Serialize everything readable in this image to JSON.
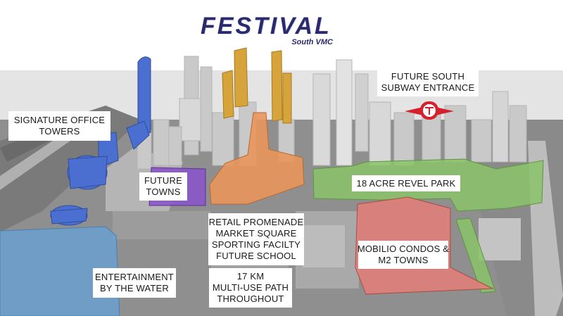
{
  "brand": {
    "title": "FESTIVAL",
    "subtitle": "South VMC",
    "color": "#2a2a6e"
  },
  "labels": {
    "signature_office": [
      "SIGNATURE OFFICE",
      "TOWERS"
    ],
    "future_towns": [
      "FUTURE",
      "TOWNS"
    ],
    "retail": [
      "RETAIL PROMENADE",
      "MARKET SQUARE",
      "SPORTING FACILTY",
      "FUTURE SCHOOL"
    ],
    "subway": [
      "FUTURE SOUTH",
      "SUBWAY ENTRANCE"
    ],
    "park": [
      "18 ACRE REVEL PARK"
    ],
    "condos": [
      "MOBILIO CONDOS &",
      "M2 TOWNS"
    ],
    "entertainment": [
      "ENTERTAINMENT",
      "BY THE WATER"
    ],
    "path": [
      "17 KM",
      "MULTI-USE PATH",
      "THROUGHOUT"
    ]
  },
  "colors": {
    "office": "#4a6fd0",
    "towns": "#8a55c8",
    "retail": "#e9955a",
    "gold_towers": "#d6a43a",
    "park": "#8ac36a",
    "condos": "#e07f7a",
    "water": "#6aa0cf",
    "subway": "#d5212e"
  },
  "icons": {
    "subway": "ttc-logo-icon"
  }
}
